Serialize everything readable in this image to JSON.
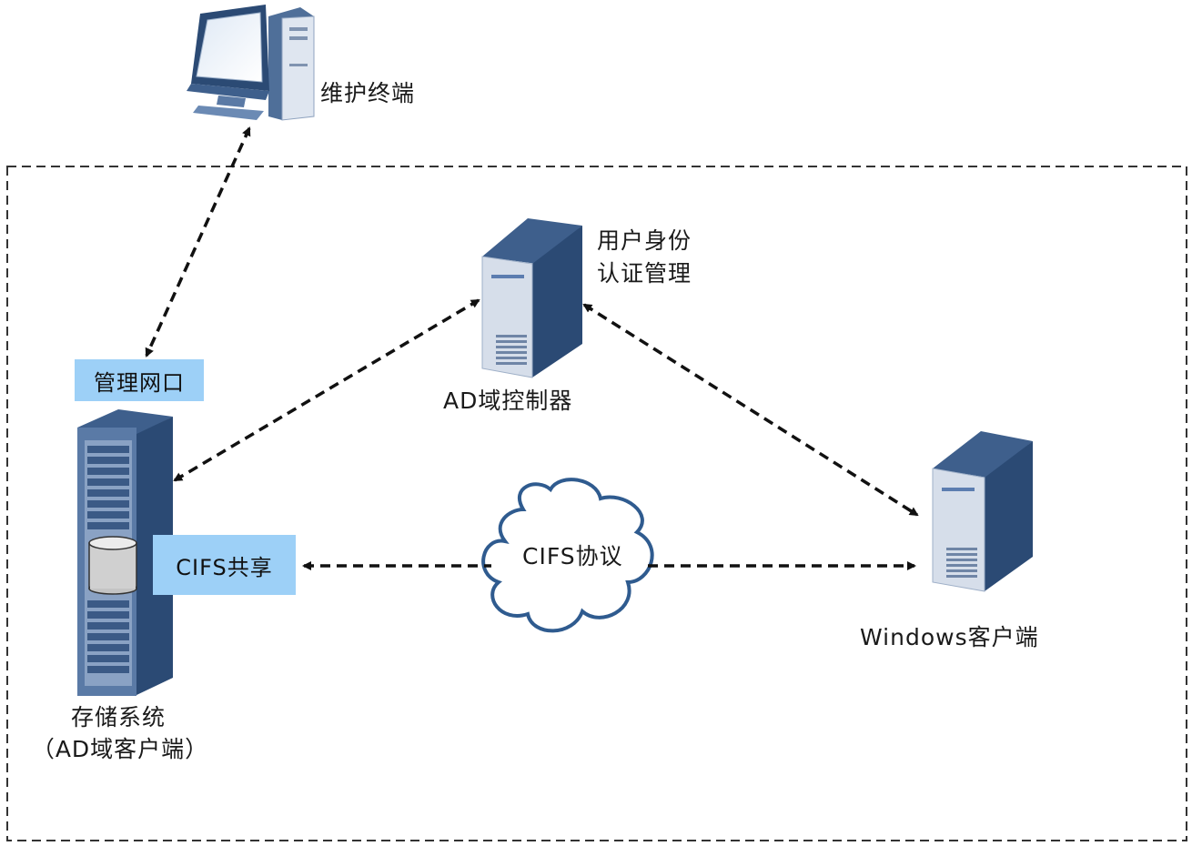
{
  "nodes": {
    "maintenance_terminal": {
      "label": "维护终端"
    },
    "ad_controller": {
      "label": "AD域控制器",
      "role_line1": "用户身份",
      "role_line2": "认证管理"
    },
    "windows_client": {
      "label": "Windows客户端"
    },
    "storage_system": {
      "label_line1": "存储系统",
      "label_line2": "（AD域客户端）"
    }
  },
  "tags": {
    "management_port": "管理网口",
    "cifs_share": "CIFS共享"
  },
  "cloud": {
    "label": "CIFS协议"
  },
  "colors": {
    "server_dark": "#2b4a74",
    "server_front": "#cfd8e6",
    "tag_fill": "#9dd0f7",
    "cloud_stroke": "#2f5b8f",
    "line": "#111111",
    "boundary": "#333333"
  }
}
